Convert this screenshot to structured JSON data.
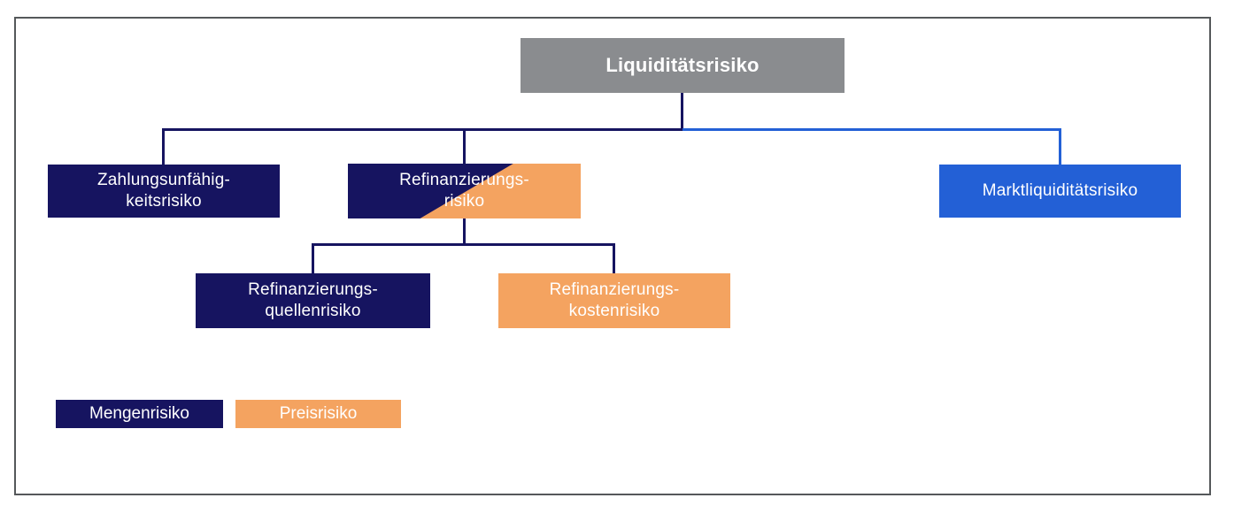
{
  "colors": {
    "navy": "#161460",
    "blue": "#2360d6",
    "orange": "#f4a360",
    "gray": "#8a8c8f",
    "frame": "#55585a",
    "text": "#ffffff"
  },
  "diagram": {
    "root": {
      "label": "Liquiditätsrisiko",
      "color": "gray"
    },
    "level1": [
      {
        "id": "zahlungsunfaehigkeitsrisiko",
        "label": "Zahlungsunfähig-\nkeitsrisiko",
        "color": "navy"
      },
      {
        "id": "refinanzierungsrisiko",
        "label": "Refinanzierungs-\nrisiko",
        "color": "navy-orange-diagonal"
      },
      {
        "id": "marktliquiditaetsrisiko",
        "label": "Marktliquiditätsrisiko",
        "color": "blue"
      }
    ],
    "level2": [
      {
        "id": "refinanzierungsquellenrisiko",
        "label": "Refinanzierungs-\nquellenrisiko",
        "color": "navy"
      },
      {
        "id": "refinanzierungskostenrisiko",
        "label": "Refinanzierungs-\nkostenrisiko",
        "color": "orange"
      }
    ],
    "legend": [
      {
        "id": "mengenrisiko",
        "label": "Mengenrisiko",
        "color": "navy"
      },
      {
        "id": "preisrisiko",
        "label": "Preisrisiko",
        "color": "orange"
      }
    ]
  }
}
